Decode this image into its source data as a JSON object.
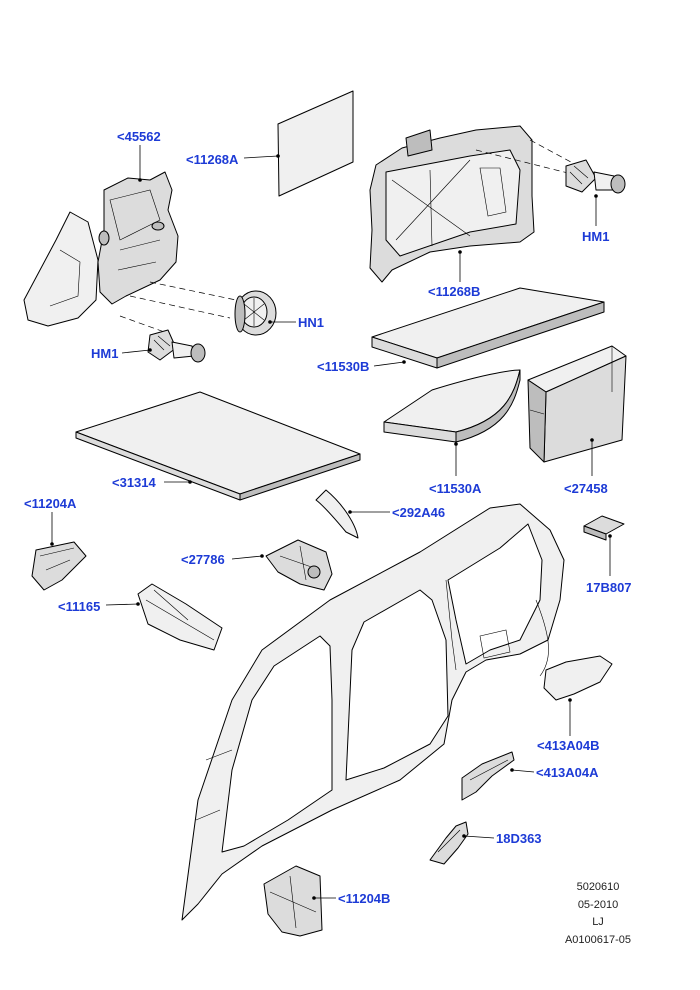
{
  "callouts": {
    "c45562": "<45562",
    "c11268A": "<11268A",
    "c11268B": "<11268B",
    "hm1_top": "HM1",
    "hn1": "HN1",
    "hm1_left": "HM1",
    "c11530B": "<11530B",
    "c11530A": "<11530A",
    "c31314": "<31314",
    "c27458": "<27458",
    "c11204A": "<11204A",
    "c292A46": "<292A46",
    "c27786": "<27786",
    "c11165": "<11165",
    "c17B807": "17B807",
    "c413A04B": "<413A04B",
    "c413A04A": "<413A04A",
    "c18D363": "18D363",
    "c11204B": "<11204B"
  },
  "footer": {
    "line1": "5020610",
    "line2": "05-2010",
    "line3": "LJ",
    "line4": "A0100617-05"
  }
}
